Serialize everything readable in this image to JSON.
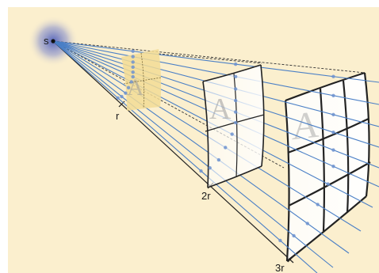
{
  "labels": {
    "source": "s",
    "r1": "r",
    "r2": "2r",
    "r3": "3r"
  },
  "panel_letter": "A",
  "colors": {
    "background": "#fbefce",
    "rays": "#4a7fc6",
    "dots": "#6e93cf",
    "axis": "#222222",
    "source_glow": "#3b4fb8",
    "panel1_fill": "#f2dc95",
    "panel_fill": "#ffffff"
  }
}
